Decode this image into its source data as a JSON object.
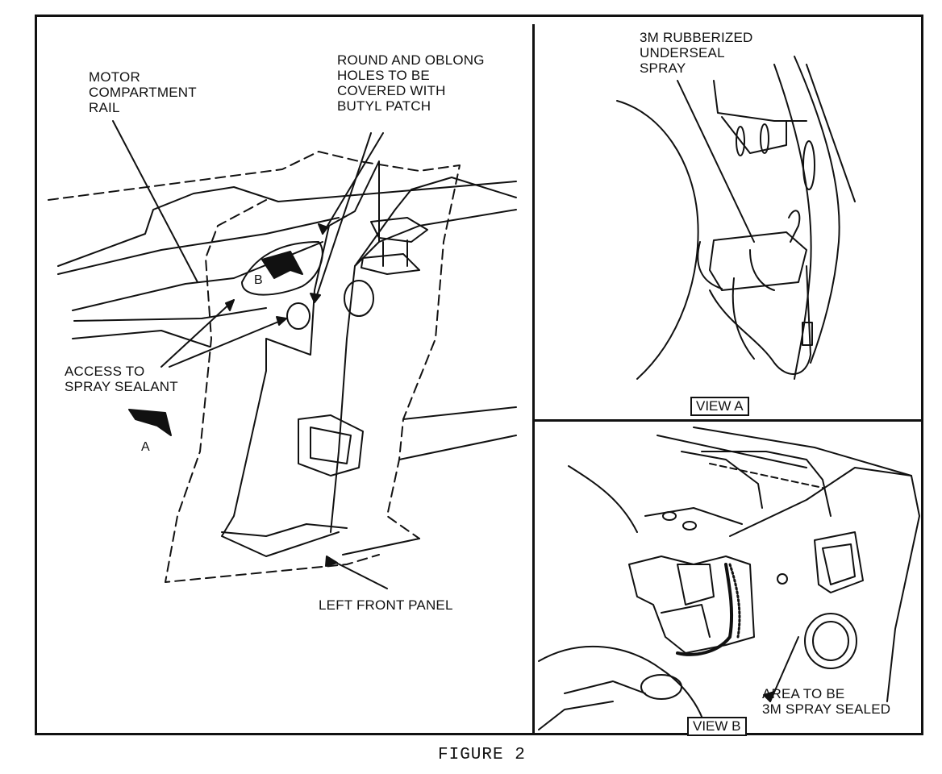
{
  "main_view": {
    "motor_rail_label": "MOTOR\nCOMPARTMENT\nRAIL",
    "holes_label": "ROUND AND OBLONG\nHOLES TO BE\nCOVERED WITH\nBUTYL PATCH",
    "access_label": "ACCESS TO\nSPRAY SEALANT",
    "front_panel_label": "LEFT FRONT PANEL",
    "marker_a": "A",
    "marker_b": "B"
  },
  "view_a": {
    "title": "VIEW A",
    "spray_label": "3M RUBBERIZED\nUNDERSEAL\nSPRAY"
  },
  "view_b": {
    "title": "VIEW B",
    "area_label": "AREA TO BE\n3M SPRAY SEALED"
  },
  "figure_caption": "FIGURE 2"
}
